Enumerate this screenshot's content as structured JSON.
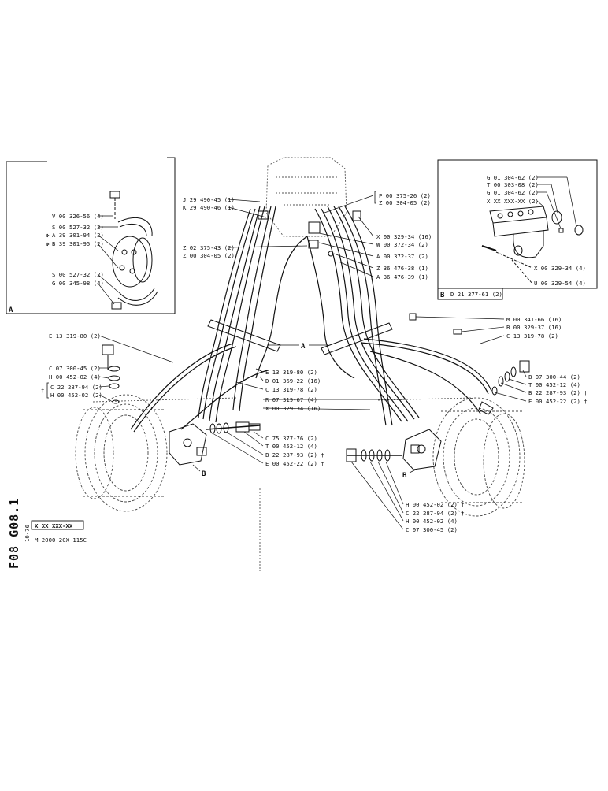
{
  "inset_a": {
    "letter": "A",
    "labels": [
      "V 00 326-56 (4)",
      "S 00 527-32 (2)",
      "A 39 301-94 (2)",
      "B 39 301-95 (2)",
      "S 00 527-32 (2)",
      "G 00 345-98 (4)"
    ],
    "markers": [
      "✤",
      "✤"
    ]
  },
  "inset_b": {
    "letter": "B",
    "footer": "D 21 377-61 (2)",
    "labels": [
      "G 01 304-62 (2)",
      "T 00 303-08 (2)",
      "G 01 304-62 (2)",
      "X XX XXX-XX (2)",
      "X 00 329-34 (4)",
      "U 00 329-54 (4)"
    ]
  },
  "top_left_labels": [
    "J 29 490-45 (1)",
    "K 29 490-46 (1)",
    "Z 02 375-43 (2)",
    "Z 00 304-05 (2)"
  ],
  "top_right_labels": [
    "P 00 375-26 (2)",
    "Z 00 304-05 (2)",
    "X 00 329-34 (16)",
    "W 00 372-34 (2)",
    "A 00 372-37 (2)",
    "Z 36 476-38 (1)",
    "A 36 476-39 (1)"
  ],
  "left_labels": [
    "E 13 319-80 (2)",
    "C 07 300-45 (2)",
    "H 00 452-02 (4)",
    "C 22 287-94 (2)",
    "H 00 452-02 (2)"
  ],
  "dagger": "†",
  "center_labels": [
    "E 13 319-80 (2)",
    "D 01 369-22 (16)",
    "C 13 319-78 (2)",
    "R 07 319-67 (4)",
    "X 00 329-34 (16)",
    "C 75 377-76 (2)",
    "T 00 452-12 (4)",
    "B 22 287-93 (2) †",
    "E 00 452-22 (2) †"
  ],
  "right_labels": [
    "M 00 341-66 (16)",
    "B 00 329-37 (16)",
    "C 13 319-78 (2)",
    "B 07 300-44 (2)",
    "T 00 452-12 (4)",
    "B 22 287-93 (2) †",
    "E 00 452-22 (2) †"
  ],
  "bottom_labels": [
    "H 00 452-02 (2) †",
    "C 22 287-94 (2) †",
    "H 00 452-02 (4)",
    "C 07 300-45 (2)"
  ],
  "callouts": {
    "a": "A",
    "b_left": "B",
    "b_right": "B"
  },
  "title_block": {
    "sheet": "F08 G08.1",
    "date": "10-76",
    "part": "X XX XXX-XX",
    "model": "M 2000 2CX 115C"
  }
}
